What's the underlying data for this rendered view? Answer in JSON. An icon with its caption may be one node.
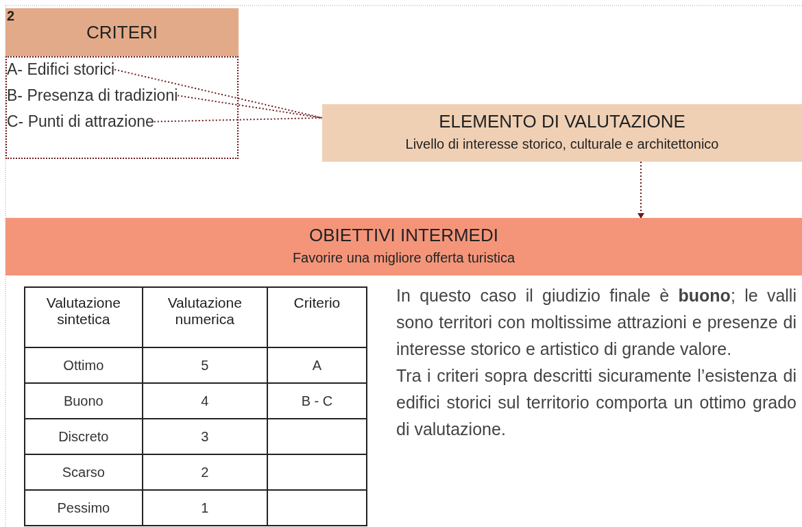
{
  "diagram": {
    "nodes": [
      {
        "text": [
          "CRITERI"
        ]
      },
      {
        "text": [],
        "shape": "box"
      },
      {
        "text": [
          "A- Edifici storici"
        ],
        "in": 1
      },
      {
        "text": [
          "B- Presenza di tradizioni"
        ],
        "in": 1
      },
      {
        "text": [
          "C- Punti di attrazione"
        ],
        "in": 1
      },
      {
        "text": [
          "ELEMENTO DI VALUTAZIONE",
          "Livello di interesse storico, culturale e architettonico"
        ]
      },
      {
        "text": [
          "OBIETTIVI INTERMEDI",
          "Favorire una migliore offerta turistica"
        ]
      }
    ],
    "edges": [
      {
        "from": 2,
        "to": 5,
        "arrow": "none",
        "style": "dashed"
      },
      {
        "from": 3,
        "to": 5,
        "arrow": "none",
        "style": "dashed"
      },
      {
        "from": 4,
        "to": 5,
        "arrow": "none",
        "style": "dashed"
      },
      {
        "from": 5,
        "to": 6,
        "arrow": "to",
        "style": "dashed"
      }
    ],
    "labels": [
      "2",
      "Valutazione sintetica",
      "Valutazione numerica",
      "Criterio",
      "Ottimo",
      "5",
      "A",
      "Buono",
      "4",
      "B - C",
      "Discreto",
      "3",
      "Scarso",
      "2",
      "Pessimo",
      "1",
      "In questo caso il giudizio finale è **buono**; le valli sono territori con moltissime attrazioni e presenze di interesse storico e artistico di grande valore.",
      "Tra i criteri sopra descritti sicuramente l’esistenza di edifici storici sul territorio comporta un ottimo grado di valutazione."
    ]
  }
}
